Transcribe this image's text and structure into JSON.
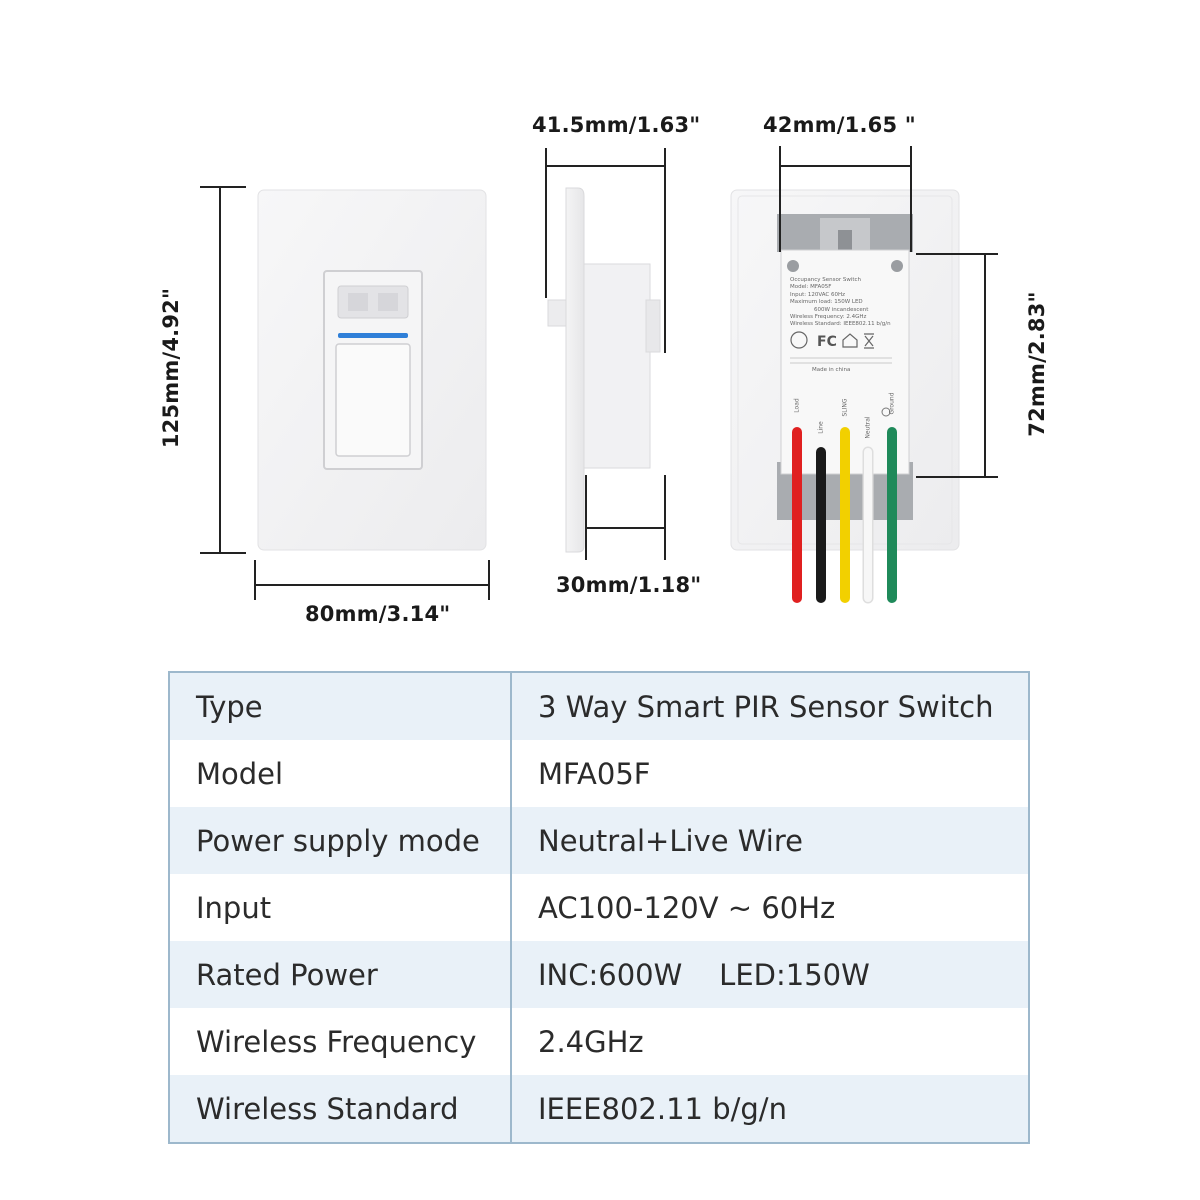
{
  "dimensions": {
    "height": "125mm/4.92\"",
    "width": "80mm/3.14\"",
    "side_depth": "41.5mm/1.63\"",
    "side_body": "30mm/1.18\"",
    "back_width": "42mm/1.65 \"",
    "back_height": "72mm/2.83\""
  },
  "label": {
    "line1": "Occupancy Sensor Switch",
    "line2": "Model: MFA05F",
    "line3": "Input: 120VAC 60Hz",
    "line4": "Maximum load: 150W LED",
    "line5": "600W incandescent",
    "line6": "Wireless Frequency: 2.4GHz",
    "line7": "Wireless Standard: IEEE802.11 b/g/n",
    "made_in": "Made in china"
  },
  "wires": {
    "load": "Load",
    "line": "Line",
    "sling": "SLING",
    "neutral": "Neutral",
    "ground": "Ground"
  },
  "colors": {
    "accent_blue": "#2f7fd8",
    "wire_red": "#e02020",
    "wire_black": "#1a1a1a",
    "wire_yellow": "#f2d000",
    "wire_white": "#f4f4f4",
    "wire_green": "#1f8a5a",
    "table_border": "#9db8cc",
    "table_stripe": "#e9f1f8"
  },
  "specs": [
    {
      "key": "Type",
      "value": "3 Way Smart PIR Sensor Switch"
    },
    {
      "key": "Model",
      "value": "MFA05F"
    },
    {
      "key": "Power supply mode",
      "value": "Neutral+Live Wire"
    },
    {
      "key": "Input",
      "value": "AC100-120V ~ 60Hz"
    },
    {
      "key": "Rated Power",
      "value": "INC:600W    LED:150W"
    },
    {
      "key": "Wireless Frequency",
      "value": "2.4GHz"
    },
    {
      "key": "Wireless Standard",
      "value": "IEEE802.11 b/g/n"
    }
  ]
}
